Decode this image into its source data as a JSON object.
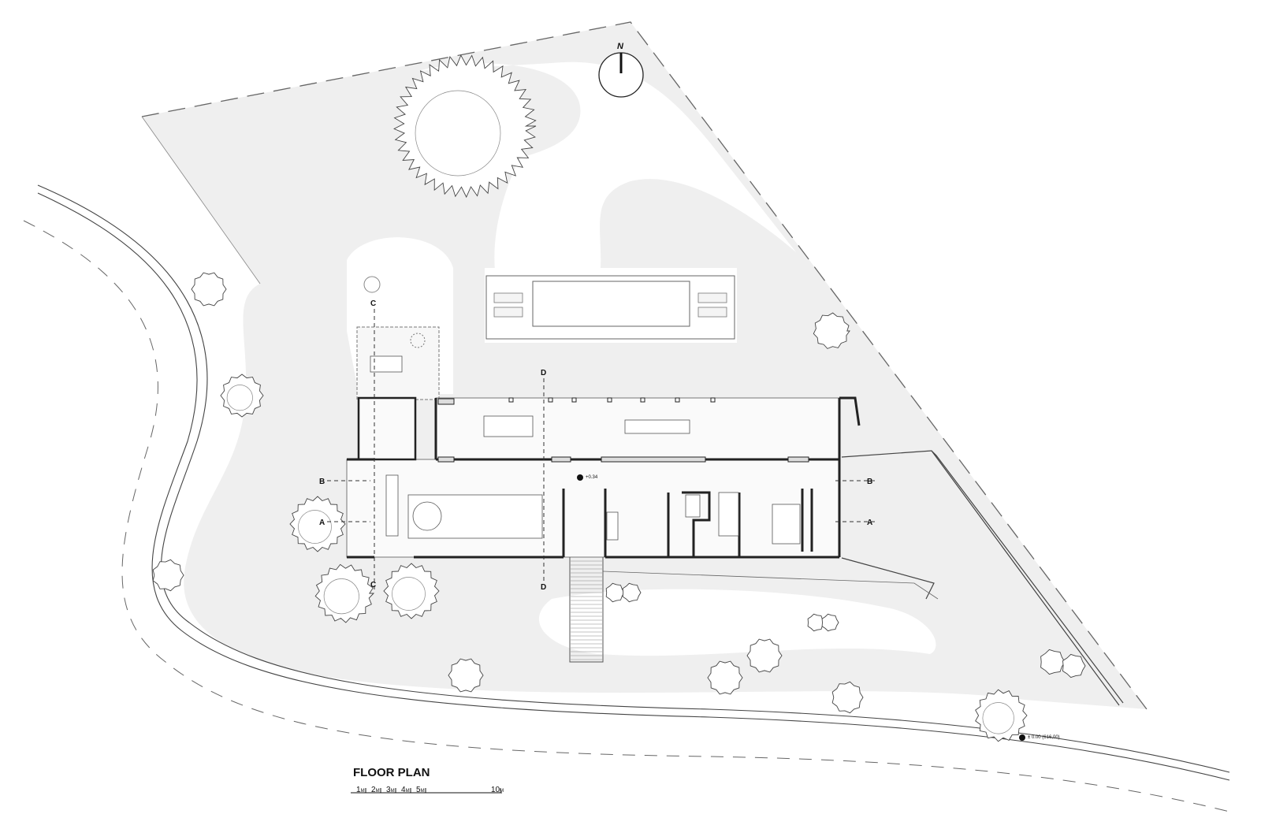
{
  "title": "FLOOR PLAN",
  "north_label": "N",
  "scale_bar": {
    "ticks": [
      "1",
      "2",
      "3",
      "4",
      "5",
      "10"
    ],
    "unit": "M"
  },
  "sections": {
    "a": "A",
    "b": "B",
    "c": "C",
    "d": "D"
  },
  "levels": {
    "interior": "+0.34",
    "site": "± 0.00 (616,00)"
  },
  "colors": {
    "site": "#efefef",
    "lawn": "#ffffff",
    "wall": "#222222",
    "line": "#555555"
  }
}
